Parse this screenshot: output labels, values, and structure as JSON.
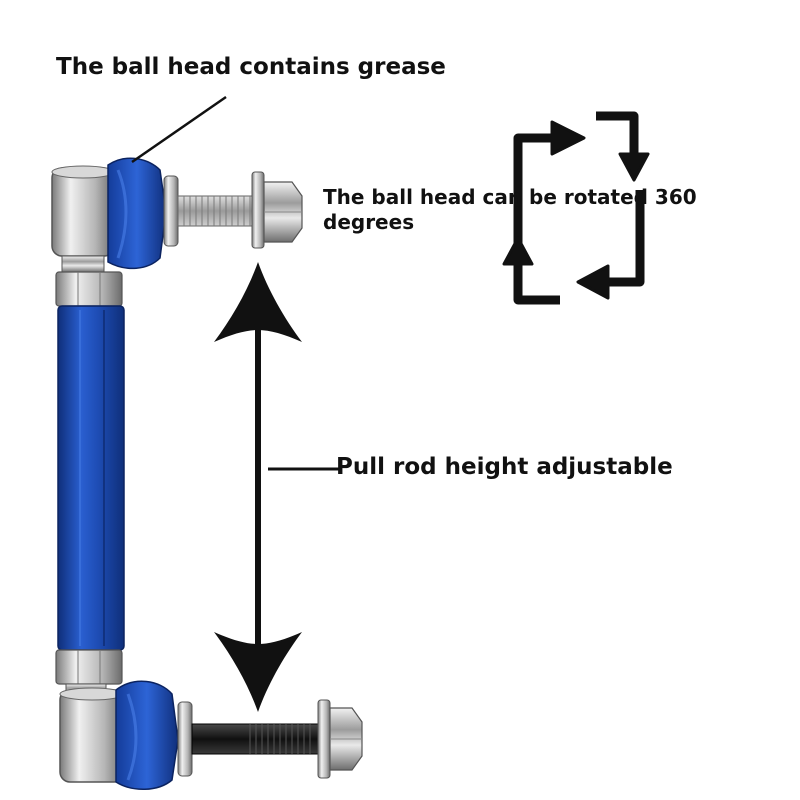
{
  "annotations": {
    "grease": "The ball head contains grease",
    "rotate_line1": "The ball head can be rotated 360",
    "rotate_line2": "degrees",
    "adjustable": "Pull rod height adjustable"
  },
  "colors": {
    "rod_blue": "#1f4fb8",
    "rod_blue_dark": "#143a8c",
    "boot_blue": "#1a48b0",
    "metal": "#c8c8c8",
    "metal_dark": "#8a8a8a",
    "stud_black": "#1a1a1a",
    "text": "#111111"
  },
  "icons": [
    "rotation-arrows-icon",
    "double-headed-arrow-icon"
  ]
}
